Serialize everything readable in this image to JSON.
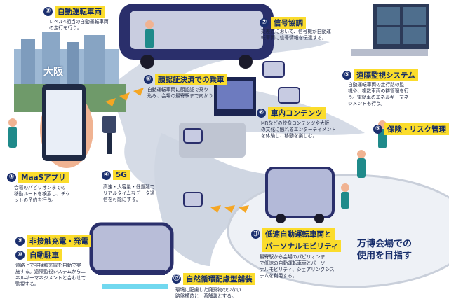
{
  "city_label": "大阪",
  "goal_text": [
    "万博会場での",
    "使用を目指す"
  ],
  "colors": {
    "road": "#d3d9e4",
    "bus_body": "#2a2f6b",
    "accent_yellow": "#fbdc2c",
    "arrow_orange": "#f5a623",
    "text_navy": "#172d6b"
  },
  "items": [
    {
      "num": "③",
      "title": "自動運転車両",
      "desc": [
        "レベル4相当の自動運転車両",
        "の走行を行う。"
      ]
    },
    {
      "num": "⑦",
      "title": "信号協調",
      "desc": [
        "交差点において、信号機が自動運",
        "転車両に信号情報を伝達する。"
      ]
    },
    {
      "num": "②",
      "title": "顔認証決済での乗車",
      "desc": [
        "自動運転車両に顔認証で乗り",
        "込み、会場の最寄駅まで向かう"
      ]
    },
    {
      "num": "⑤",
      "title": "遠隔監視システム",
      "desc": [
        "自動運転車両の走行路の監",
        "視や、複数車両の群管理を行",
        "う。電動車のエネルギーマネ",
        "ジメントも行う。"
      ]
    },
    {
      "num": "⑧",
      "title": "車内コンテンツ",
      "desc": [
        "MRなどの映像コンテンツや大阪",
        "の文化に触れるエンターテイメント",
        "を体験し、移動を楽しむ。"
      ]
    },
    {
      "num": "⑥",
      "title": "保険・リスク管理",
      "desc": []
    },
    {
      "num": "①",
      "title": "MaaSアプリ",
      "desc": [
        "会場のパビリオンまでの",
        "移動ルートを検索し、チケ",
        "ットの予約を行う。"
      ]
    },
    {
      "num": "④",
      "title": "5G",
      "desc": [
        "高速・大容量・低遅延で",
        "リアルタイムなデータ通",
        "信を可能にする。"
      ]
    },
    {
      "num": "⑨",
      "title": "非接触充電・発電",
      "desc": []
    },
    {
      "num": "⑩",
      "title": "自動駐車",
      "desc": [
        "道路上で非接触充電を自動で実",
        "施する。遠隔監視システムからエ",
        "ネルギーマネジメントと合わせて",
        "監視する。"
      ]
    },
    {
      "num": "⑪",
      "title": "低速自動運転車両と",
      "title2": "パーソナルモビリティ",
      "desc": [
        "最寄駅から会場のパビリオンま",
        "で低速の自動運転車両とパーソ",
        "ナルモビリティ、シェアリングシス",
        "テムを利用する。"
      ]
    },
    {
      "num": "⑫",
      "title": "自然循環配慮型舗装",
      "desc": [
        "環境に配慮した廃棄物の少ない",
        "路盤構造と土系舗装とする。"
      ]
    }
  ]
}
